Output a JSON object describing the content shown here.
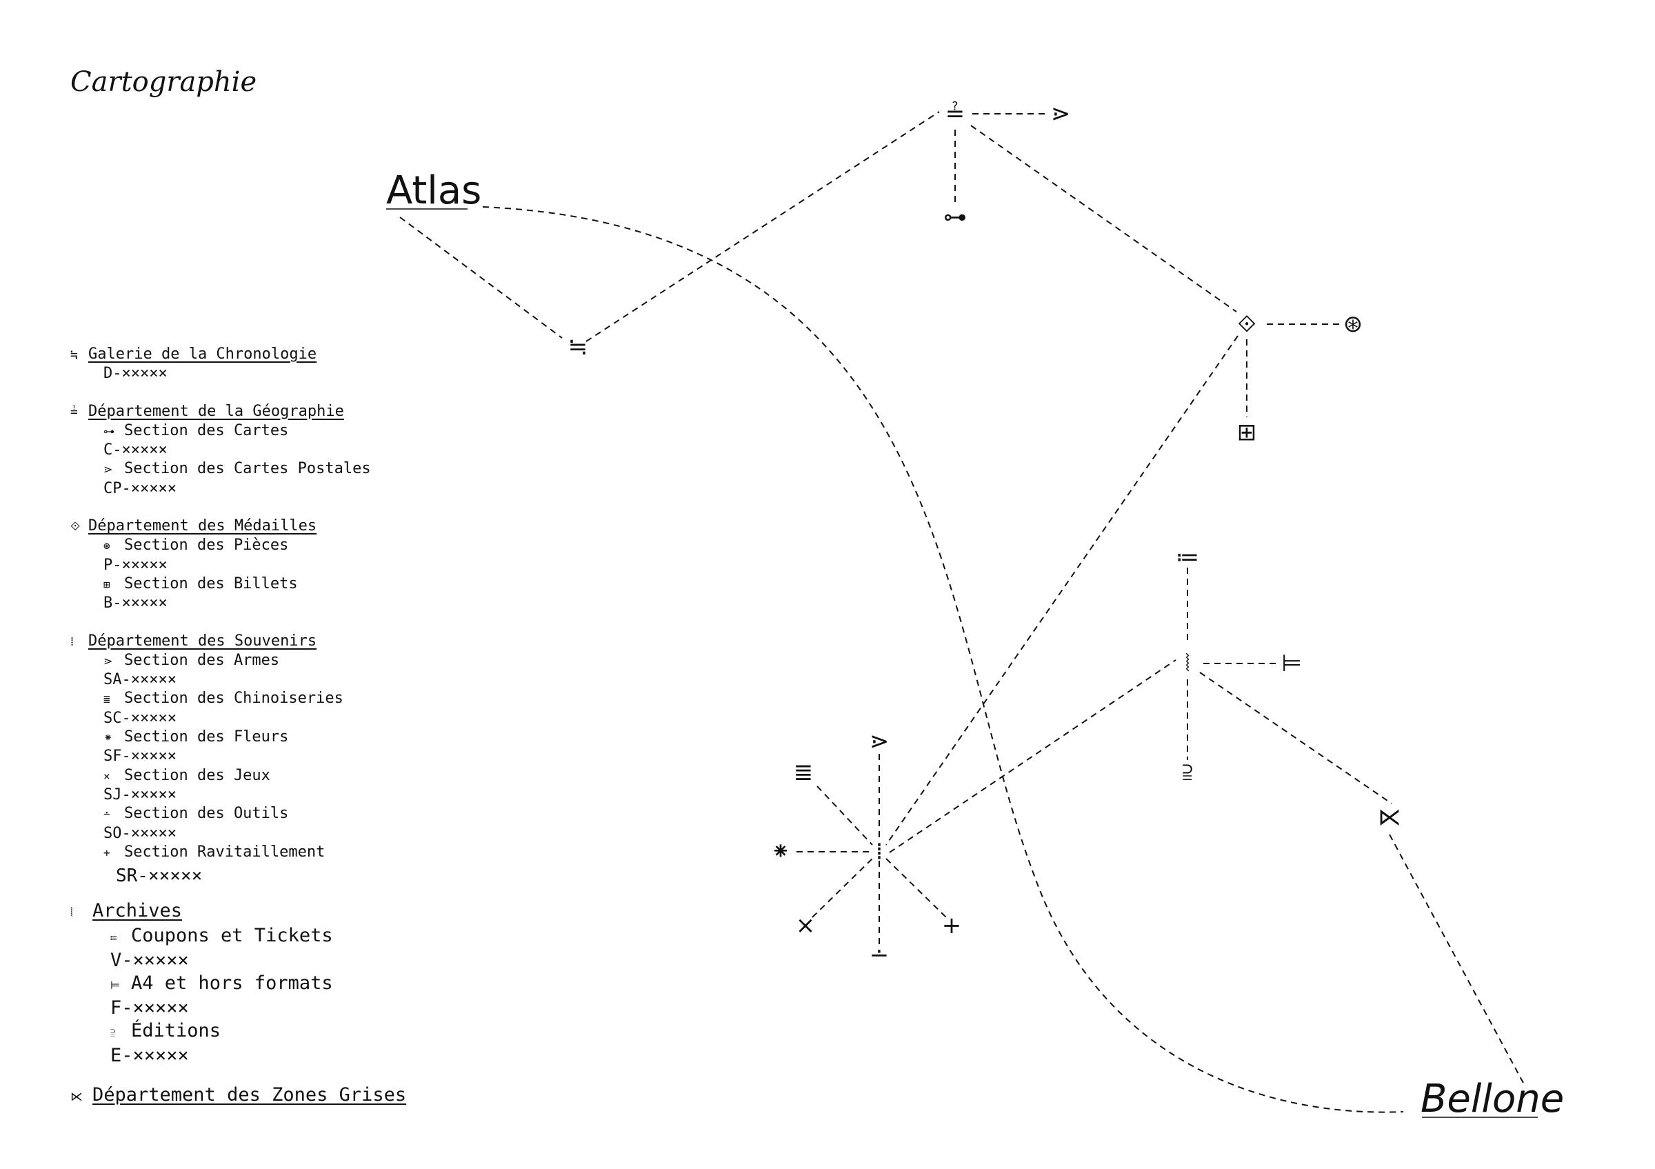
{
  "title": "Cartographie",
  "places": {
    "atlas": "Atlas",
    "bellone": "Bellone"
  },
  "legend": {
    "galerie": {
      "symbol": "≒",
      "name": "Galerie de la Chronologie",
      "code": "D-×××××"
    },
    "geographie": {
      "symbol": "≟",
      "name": "Département de la Géographie",
      "sections": [
        {
          "symbol": "⊶",
          "name": "Section des Cartes",
          "code": "C-×××××"
        },
        {
          "symbol": "⋗",
          "name": "Section des Cartes Postales",
          "code": "CP-×××××"
        }
      ]
    },
    "medailles": {
      "symbol": "⟐",
      "name": "Département des Médailles",
      "sections": [
        {
          "symbol": "⊛",
          "name": "Section des Pièces",
          "code": "P-×××××"
        },
        {
          "symbol": "⊞",
          "name": "Section des Billets",
          "code": "B-×××××"
        }
      ]
    },
    "souvenirs": {
      "symbol": "⁞",
      "name": "Département des Souvenirs",
      "sections": [
        {
          "symbol": "⋗",
          "name": "Section des Armes",
          "code": "SA-×××××"
        },
        {
          "symbol": "≣",
          "name": "Section des Chinoiseries",
          "code": "SC-×××××"
        },
        {
          "symbol": "⁕",
          "name": "Section des Fleurs",
          "code": "SF-×××××"
        },
        {
          "symbol": "×",
          "name": "Section des Jeux",
          "code": "SJ-×××××"
        },
        {
          "symbol": "∸",
          "name": "Section des Outils",
          "code": "SO-×××××"
        },
        {
          "symbol": "+",
          "name": "Section Ravitaillement",
          "code": "SR-×××××"
        }
      ]
    },
    "archives": {
      "symbol": "⦚",
      "name": "Archives",
      "sections": [
        {
          "symbol": "≔",
          "name": "Coupons et Tickets",
          "code": "V-×××××"
        },
        {
          "symbol": "⊨",
          "name": "A4 et hors formats",
          "code": "F-×××××"
        },
        {
          "symbol": "⫆",
          "name": "Éditions",
          "code": "E-×××××"
        }
      ]
    },
    "zones_grises": {
      "symbol": "⋉",
      "name": "Département des Zones Grises"
    }
  }
}
